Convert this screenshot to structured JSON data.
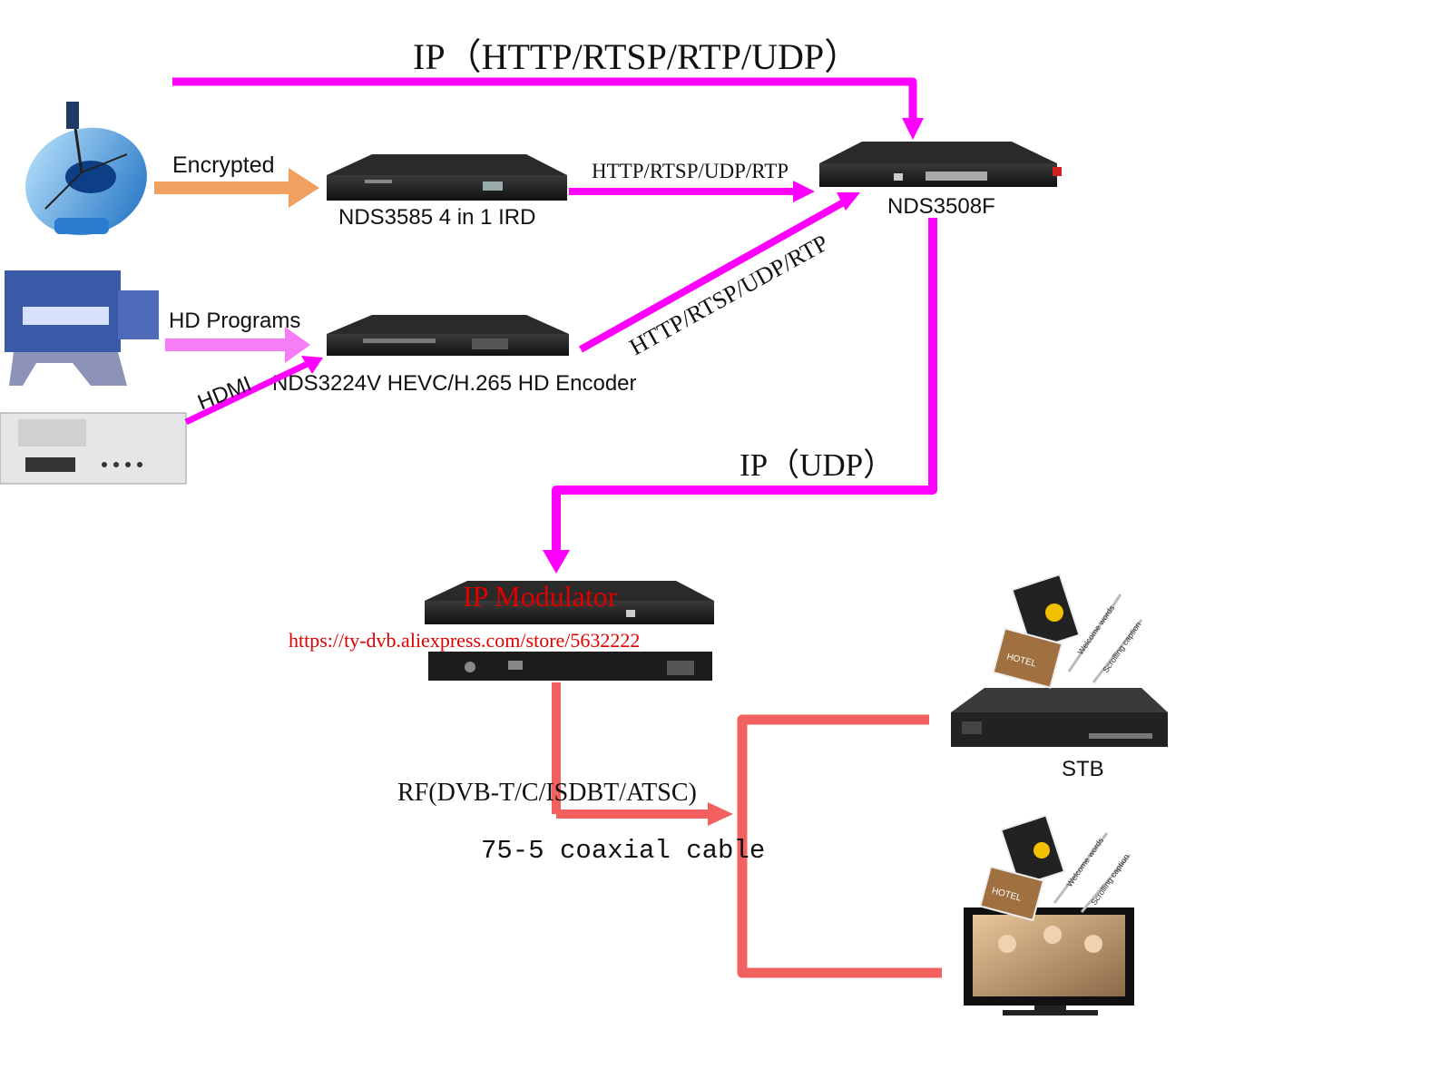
{
  "colors": {
    "ip_link": "#ff00ff",
    "hd_link": "#f77df7",
    "encrypted_link": "#f0a060",
    "rf_link": "#f26060",
    "device_body": "#1c1c1c",
    "watermark": "#e00000"
  },
  "labels": {
    "top_ip": "IP（HTTP/RTSP/RTP/UDP）",
    "encrypted": "Encrypted",
    "ird_to_switch": "HTTP/RTSP/UDP/RTP",
    "encoder_to_switch": "HTTP/RTSP/UDP/RTP",
    "hd_programs": "HD Programs",
    "hdmi": "HDMI",
    "ip_udp": "IP（UDP）",
    "rf": "RF(DVB-T/C/ISDBT/ATSC)",
    "coax": "75-5 coaxial cable",
    "modulator_title": "IP Modulator",
    "store_url": "https://ty-dvb.aliexpress.com/store/5632222"
  },
  "devices": {
    "ird": {
      "name": "NDS3585 4 in 1 IRD",
      "icon": "rack-receiver-icon"
    },
    "encoder": {
      "name": "NDS3224V HEVC/H.265 HD Encoder",
      "icon": "rack-encoder-icon"
    },
    "switch": {
      "name": "NDS3508F",
      "icon": "rack-gateway-icon"
    },
    "stb": {
      "name": "STB",
      "icon": "set-top-box-icon"
    },
    "tv": {
      "icon": "television-icon"
    },
    "satellite": {
      "icon": "satellite-dish-icon"
    },
    "camera": {
      "icon": "video-camera-icon"
    },
    "player": {
      "icon": "dvd-player-icon"
    }
  },
  "stb_overlay": {
    "hotel": "HOTEL",
    "welcome": "Welcome words",
    "scroll": "Scrolling caption"
  },
  "tv_overlay": {
    "hotel": "HOTEL",
    "welcome": "Welcome words",
    "scroll": "Scrolling caption"
  }
}
